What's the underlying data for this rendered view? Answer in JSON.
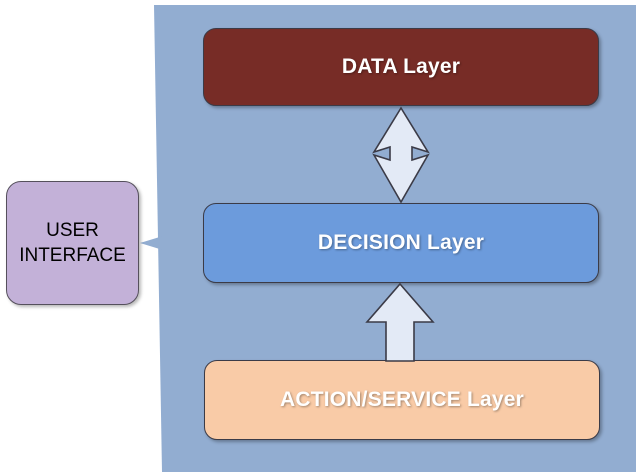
{
  "diagram": {
    "title": "Three-tier layered architecture diagram",
    "background_shape": {
      "name": "system-boundary-trapezoid",
      "color": "#92add1"
    },
    "layers": [
      {
        "id": "data",
        "label": "DATA Layer",
        "fill": "#772c26",
        "text_color": "#ffffff"
      },
      {
        "id": "decision",
        "label": "DECISION Layer",
        "fill": "#6c9bdc",
        "text_color": "#ffffff"
      },
      {
        "id": "action",
        "label": "ACTION/SERVICE Layer",
        "fill": "#f9cba7",
        "text_color": "#ffffff"
      }
    ],
    "external": {
      "id": "user-interface",
      "label_line1": "USER",
      "label_line2": "INTERFACE",
      "fill": "#c3b1d8",
      "text_color": "#000000"
    },
    "connectors": [
      {
        "id": "data-decision-arrow",
        "label": "",
        "direction": "bidirectional-vertical",
        "from": "DATA Layer",
        "to": "DECISION Layer",
        "fill": "#e3eaf6",
        "stroke": "#3b3b47"
      },
      {
        "id": "action-decision-arrow",
        "label": "",
        "direction": "up",
        "from": "ACTION/SERVICE Layer",
        "to": "DECISION Layer",
        "fill": "#e3eaf6",
        "stroke": "#3b3b47"
      },
      {
        "id": "decision-userinterface-arrow",
        "label": "",
        "direction": "left",
        "from": "DECISION Layer",
        "to": "USER INTERFACE",
        "fill": "#92add1",
        "stroke": "none"
      }
    ]
  }
}
